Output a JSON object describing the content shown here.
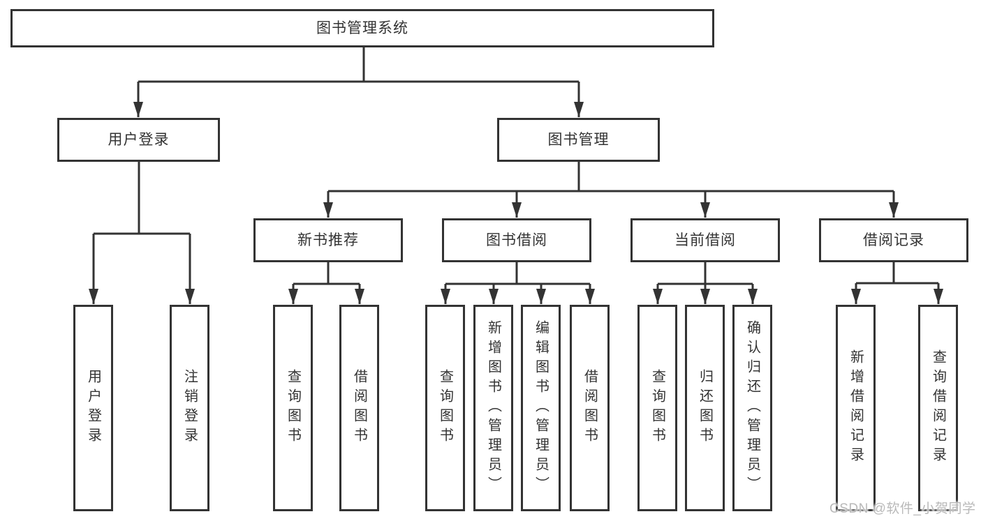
{
  "diagram": {
    "type": "hierarchy",
    "root": {
      "label": "图书管理系统",
      "children": [
        {
          "label": "用户登录",
          "children": [
            {
              "label": "用户登录"
            },
            {
              "label": "注销登录"
            }
          ]
        },
        {
          "label": "图书管理",
          "children": [
            {
              "label": "新书推荐",
              "children": [
                {
                  "label": "查询图书"
                },
                {
                  "label": "借阅图书"
                }
              ]
            },
            {
              "label": "图书借阅",
              "children": [
                {
                  "label": "查询图书"
                },
                {
                  "label": "新增图书（管理员）"
                },
                {
                  "label": "编辑图书（管理员）"
                },
                {
                  "label": "借阅图书"
                }
              ]
            },
            {
              "label": "当前借阅",
              "children": [
                {
                  "label": "查询图书"
                },
                {
                  "label": "归还图书"
                },
                {
                  "label": "确认归还（管理员）"
                }
              ]
            },
            {
              "label": "借阅记录",
              "children": [
                {
                  "label": "新增借阅记录"
                },
                {
                  "label": "查询借阅记录"
                }
              ]
            }
          ]
        }
      ]
    }
  },
  "watermark": {
    "text": "CSDN @软件_小贺同学"
  },
  "colors": {
    "line": "#333333",
    "text": "#333333",
    "background": "#ffffff",
    "watermark": "#b9b9b9"
  }
}
